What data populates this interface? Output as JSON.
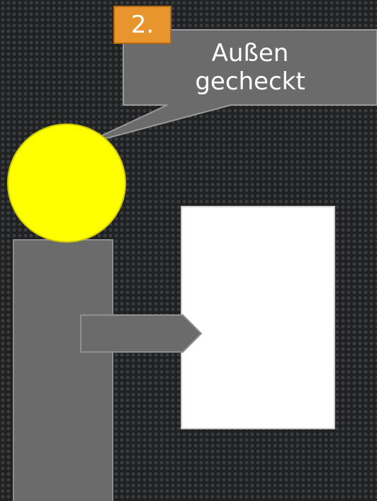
{
  "step_badge": {
    "label": "2."
  },
  "speech_bubble": {
    "lines": [
      "Außen",
      "gecheckt"
    ]
  },
  "colors": {
    "background": "#1f2022",
    "bubble_fill": "#6b6b6b",
    "bubble_stroke": "#9a9a9a",
    "head_fill": "#ffff00",
    "head_stroke": "#c9c200",
    "body_fill": "#6b6b6b",
    "document_fill": "#ffffff",
    "badge_fill": "#e8952e"
  }
}
